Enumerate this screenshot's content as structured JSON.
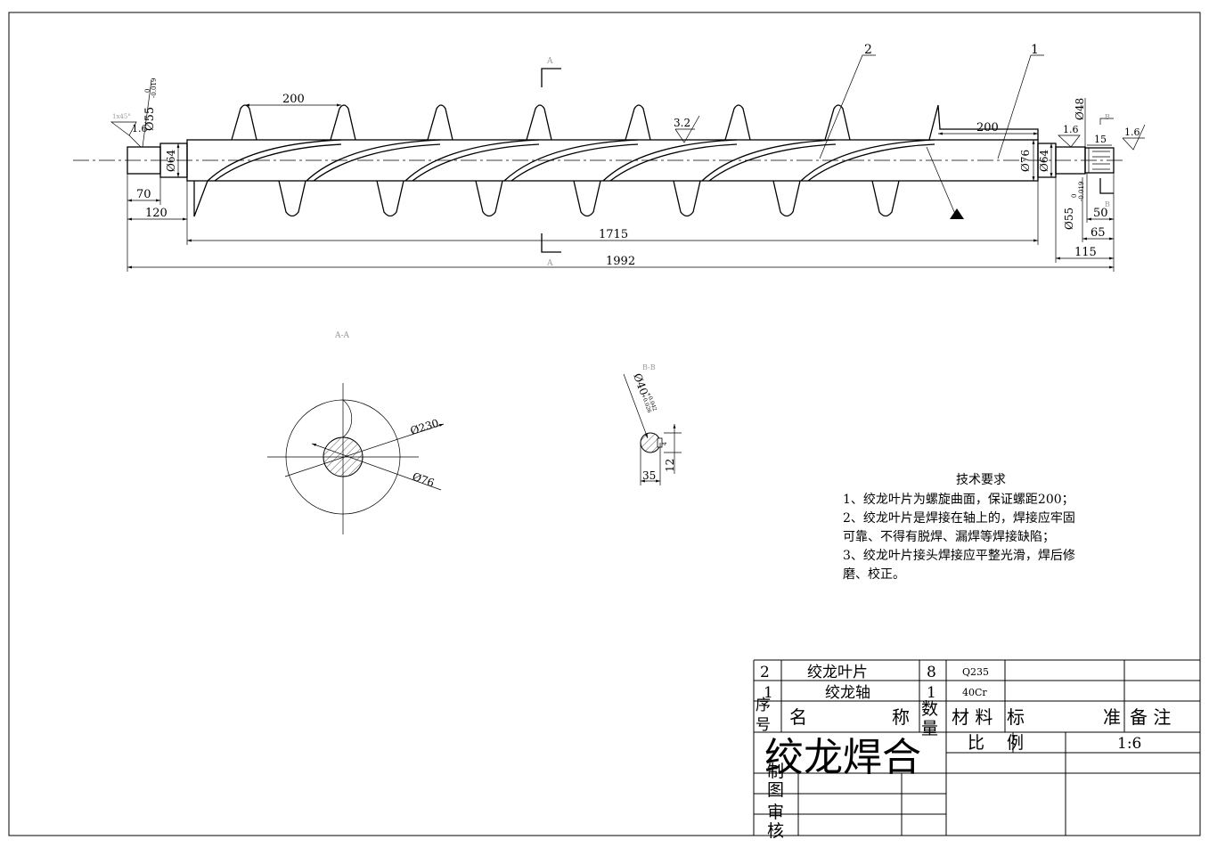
{
  "main_view": {
    "dims": {
      "pitch_left": "200",
      "tail_len": "200",
      "shaft_dia_left": "Ø64",
      "shaft_dia_mid": "Ø76",
      "shaft_dia_right": "Ø64",
      "journal_left_base": "Ø55",
      "journal_right_base": "Ø55",
      "journal_tol_upper": "0",
      "journal_tol_lower": "-0.019",
      "end_dia_right": "Ø48",
      "len_70": "70",
      "len_120": "120",
      "len_1715": "1715",
      "len_1992": "1992",
      "len_50": "50",
      "len_65": "65",
      "len_115": "115",
      "len_15": "15",
      "chamfer": "1x45°",
      "rough_left": "1.6",
      "rough_mid": "3.2",
      "rough_right_a": "1.6",
      "rough_right_b": "1.6"
    },
    "balloons": {
      "b1": "1",
      "b2": "2"
    },
    "section_marks": {
      "a_top": "A",
      "a_bot": "A",
      "b_top": "B",
      "b_bot": "B"
    }
  },
  "section_aa": {
    "title": "A-A",
    "dia_outer": "Ø230",
    "dia_inner": "Ø76"
  },
  "section_bb": {
    "title": "B-B",
    "dia": "Ø40",
    "tol_upper": "+0.042",
    "tol_lower": "+0.026",
    "width": "35",
    "depth": "12",
    "key_w": "4"
  },
  "tech_req": {
    "heading": "技术要求",
    "lines": [
      "1、绞龙叶片为螺旋曲面，保证螺距200；",
      "2、绞龙叶片是焊接在轴上的，焊接应牢固",
      "可靠、不得有脱焊、漏焊等焊接缺陷；",
      "3、绞龙叶片接头焊接应平整光滑，焊后修",
      "磨、校正。"
    ]
  },
  "bom": {
    "rows": [
      {
        "no": "2",
        "name": "绞龙叶片",
        "qty": "8",
        "material": "Q235"
      },
      {
        "no": "1",
        "name": "绞龙轴",
        "qty": "1",
        "material": "40Cr"
      }
    ],
    "header": {
      "no": "序号",
      "name_a": "名",
      "name_b": "称",
      "qty": "数量",
      "material": "材 料",
      "std_a": "标",
      "std_b": "准",
      "remark": "备 注"
    }
  },
  "title_block": {
    "title": "绞龙焊合",
    "scale_label": "比　 例",
    "scale_value": "1:6",
    "roles": [
      "制图",
      "审核"
    ]
  }
}
